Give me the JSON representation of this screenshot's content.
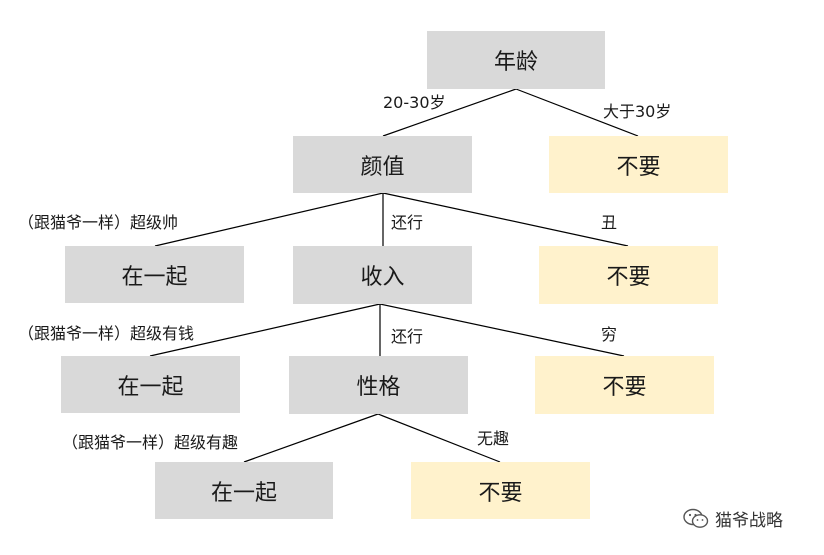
{
  "nodes": {
    "age": "年龄",
    "looks": "颜值",
    "reject_over30": "不要",
    "together_1": "在一起",
    "income": "收入",
    "reject_ugly": "不要",
    "together_2": "在一起",
    "personality": "性格",
    "reject_poor": "不要",
    "together_3": "在一起",
    "reject_boring": "不要"
  },
  "edges": {
    "age_20_30": "20-30岁",
    "age_over_30": "大于30岁",
    "looks_super": "（跟猫爷一样）超级帅",
    "looks_ok": "还行",
    "looks_ugly": "丑",
    "income_super": "（跟猫爷一样）超级有钱",
    "income_ok": "还行",
    "income_poor": "穷",
    "personality_super": "（跟猫爷一样）超级有趣",
    "personality_boring": "无趣"
  },
  "watermark": {
    "text": "猫爷战略",
    "icon": "wechat-icon"
  },
  "colors": {
    "decision_node": "#d9d9d9",
    "reject_node": "#fff2cc",
    "line": "#000000"
  }
}
